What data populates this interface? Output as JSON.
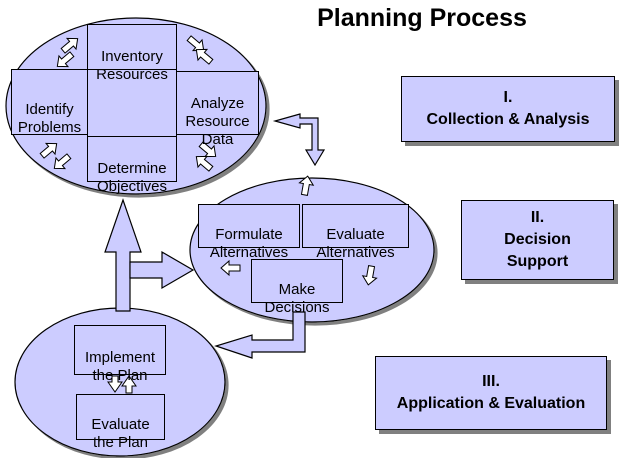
{
  "title": "Planning Process",
  "colors": {
    "fill": "#ccccff",
    "shadow": "#808080",
    "outline": "#000000",
    "background": "#ffffff"
  },
  "ellipse_top": {
    "boxes": {
      "inventory": "Inventory\nResources",
      "identify": "Identify\nProblems",
      "analyze": "Analyze\nResource\nData",
      "objectives": "Determine\nObjectives"
    }
  },
  "ellipse_middle": {
    "boxes": {
      "formulate": "Formulate\nAlternatives",
      "evaluate_alt": "Evaluate\nAlternatives",
      "decisions": "Make\nDecisions"
    }
  },
  "ellipse_bottom": {
    "boxes": {
      "implement": "Implement\nthe Plan",
      "evaluate_plan": "Evaluate\nthe Plan"
    }
  },
  "phases": [
    {
      "numeral": "I.",
      "label": "Collection & Analysis"
    },
    {
      "numeral": "II.",
      "label": "Decision\nSupport"
    },
    {
      "numeral": "III.",
      "label": "Application & Evaluation"
    }
  ]
}
